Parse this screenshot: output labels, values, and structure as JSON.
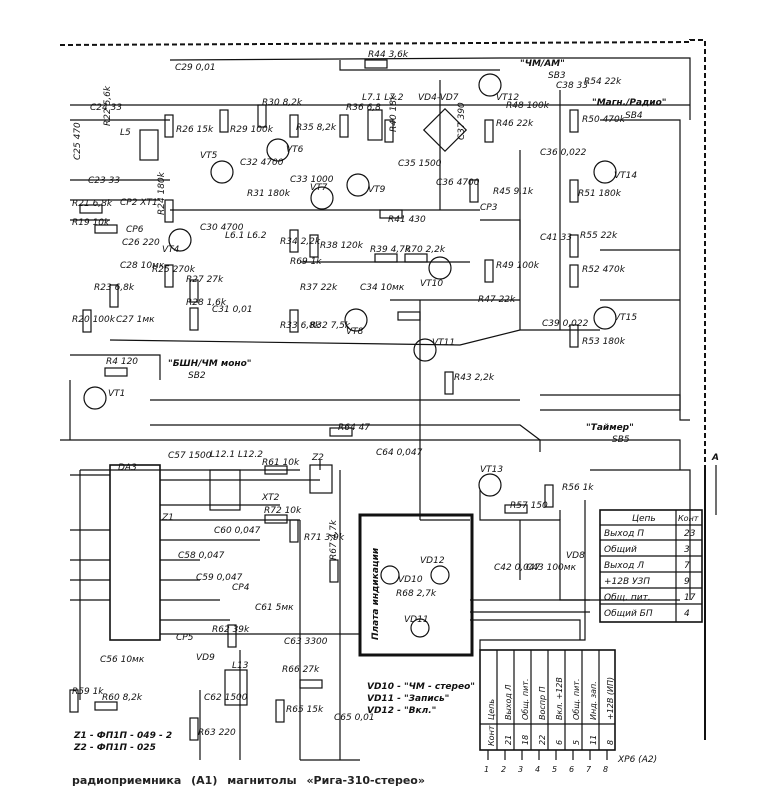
{
  "caption": {
    "part1": "радиоприемника",
    "part2": "(А1)",
    "part3": "магнитолы",
    "part4": "«Рига-310-стерео»"
  },
  "switches": {
    "chm_am": "\"ЧМ/АМ\"",
    "sb3": "SB3",
    "magn_radio": "\"Магн./Радио\"",
    "sb4": "SB4",
    "bshn": "\"БШН/ЧМ моно\"",
    "sb2": "SB2",
    "timer": "\"Таймер\"",
    "sb5": "SB5"
  },
  "indication_board": "Плата индикации",
  "led_legend": [
    "VD10 - \"ЧМ - стерео\"",
    "VD11 - \"Запись\"",
    "VD12 - \"Вкл.\""
  ],
  "filters": [
    "Z1 - ФП1П - 049 - 2",
    "Z2 - ФП1П - 025"
  ],
  "conn_right": {
    "header": [
      "Цепь",
      "Конт"
    ],
    "rows": [
      [
        "Выход П",
        "23"
      ],
      [
        "Общий",
        "3"
      ],
      [
        "Выход Л",
        "7"
      ],
      [
        "+12В УЗП",
        "9"
      ],
      [
        "Общ. пит.",
        "17"
      ],
      [
        "Общий БП",
        "4"
      ]
    ],
    "marker": "А"
  },
  "conn_bottom": {
    "header": [
      "Конт",
      "Цепь"
    ],
    "cols": [
      [
        "21",
        "Выход Л"
      ],
      [
        "18",
        "Общ. пит."
      ],
      [
        "22",
        "Воспр П"
      ],
      [
        "6",
        "Вкл. +12В"
      ],
      [
        "5",
        "Общ. пит."
      ],
      [
        "11",
        "Инд. зап."
      ],
      [
        "8",
        "+12В (ИП)"
      ]
    ],
    "pins": [
      "1",
      "2",
      "3",
      "4",
      "5",
      "6",
      "7",
      "8"
    ],
    "name": "ХР6 (А2)"
  },
  "components": [
    {
      "id": "c29",
      "text": "C29 0,01"
    },
    {
      "id": "r44",
      "text": "R44 3,6k"
    },
    {
      "id": "vt12",
      "text": "VT12"
    },
    {
      "id": "c24",
      "text": "C24 33"
    },
    {
      "id": "r22",
      "text": "R22 5,6k"
    },
    {
      "id": "l5",
      "text": "L5"
    },
    {
      "id": "c25",
      "text": "C25 470"
    },
    {
      "id": "c23",
      "text": "C23 33"
    },
    {
      "id": "r26",
      "text": "R26 15k"
    },
    {
      "id": "r29",
      "text": "R29 100k"
    },
    {
      "id": "r30",
      "text": "R30 8,2k"
    },
    {
      "id": "r35",
      "text": "R35 8,2k"
    },
    {
      "id": "r36",
      "text": "R36 6,8"
    },
    {
      "id": "l7",
      "text": "L7.1 L7.2"
    },
    {
      "id": "vd4",
      "text": "VD4-VD7"
    },
    {
      "id": "r40",
      "text": "R40 18k"
    },
    {
      "id": "c37",
      "text": "C37 390"
    },
    {
      "id": "r48",
      "text": "R48 100k"
    },
    {
      "id": "c38",
      "text": "C38 33"
    },
    {
      "id": "r54",
      "text": "R54 22k"
    },
    {
      "id": "r50",
      "text": "R50 470k"
    },
    {
      "id": "c36",
      "text": "C36 0,022"
    },
    {
      "id": "vt14",
      "text": "VT14"
    },
    {
      "id": "r51",
      "text": "R51 180k"
    },
    {
      "id": "vt5",
      "text": "VT5"
    },
    {
      "id": "c32",
      "text": "C32 4700"
    },
    {
      "id": "vt6",
      "text": "VT6"
    },
    {
      "id": "c35",
      "text": "C35 1500"
    },
    {
      "id": "r46",
      "text": "R46 22k"
    },
    {
      "id": "c33",
      "text": "C33 1000"
    },
    {
      "id": "vt7",
      "text": "VT7"
    },
    {
      "id": "vt9",
      "text": "VT9"
    },
    {
      "id": "c36b",
      "text": "C36 4700"
    },
    {
      "id": "r45",
      "text": "R45 9,1k"
    },
    {
      "id": "r31",
      "text": "R31 180k"
    },
    {
      "id": "r24",
      "text": "R24 180k"
    },
    {
      "id": "r21",
      "text": "R21 6,8k"
    },
    {
      "id": "r19",
      "text": "R19 10k"
    },
    {
      "id": "cp2",
      "text": "CP2 XT1"
    },
    {
      "id": "cp6",
      "text": "CP6"
    },
    {
      "id": "cp3",
      "text": "CP3"
    },
    {
      "id": "r41",
      "text": "R41 430"
    },
    {
      "id": "c30",
      "text": "C30 4700"
    },
    {
      "id": "l61",
      "text": "L6.1 L6.2"
    },
    {
      "id": "r34",
      "text": "R34 2,2k"
    },
    {
      "id": "r69",
      "text": "R69 1k"
    },
    {
      "id": "r38",
      "text": "R38 120k"
    },
    {
      "id": "c41",
      "text": "C41 33"
    },
    {
      "id": "r55",
      "text": "R55 22k"
    },
    {
      "id": "c26",
      "text": "C26 220"
    },
    {
      "id": "vt4",
      "text": "VT4"
    },
    {
      "id": "r39",
      "text": "R39 4,7k"
    },
    {
      "id": "r70",
      "text": "R70 2,2k"
    },
    {
      "id": "r49",
      "text": "R49 100k"
    },
    {
      "id": "r52",
      "text": "R52 470k"
    },
    {
      "id": "c28",
      "text": "C28 10мк"
    },
    {
      "id": "r25",
      "text": "R25 270k"
    },
    {
      "id": "r27",
      "text": "R27 27k"
    },
    {
      "id": "r37",
      "text": "R37 22k"
    },
    {
      "id": "c34",
      "text": "C34 10мк"
    },
    {
      "id": "vt10",
      "text": "VT10"
    },
    {
      "id": "r23",
      "text": "R23 6,8k"
    },
    {
      "id": "r28",
      "text": "R28 1,6k"
    },
    {
      "id": "c31",
      "text": "C31 0,01"
    },
    {
      "id": "r33",
      "text": "R33 6,8k"
    },
    {
      "id": "r32",
      "text": "R32 7,5k"
    },
    {
      "id": "vt8",
      "text": "VT8"
    },
    {
      "id": "r47",
      "text": "R47 22k"
    },
    {
      "id": "c39",
      "text": "C39 0,022"
    },
    {
      "id": "vt15",
      "text": "VT15"
    },
    {
      "id": "r53",
      "text": "R53 180k"
    },
    {
      "id": "r20",
      "text": "R20 100k"
    },
    {
      "id": "c27",
      "text": "C27 1мк"
    },
    {
      "id": "r43",
      "text": "R43 2,2k"
    },
    {
      "id": "vt11",
      "text": "VT11"
    },
    {
      "id": "r4",
      "text": "R4 120"
    },
    {
      "id": "vt1",
      "text": "VT1"
    },
    {
      "id": "r64",
      "text": "R64 47"
    },
    {
      "id": "c64",
      "text": "C64 0,047"
    },
    {
      "id": "vt13",
      "text": "VT13"
    },
    {
      "id": "r56",
      "text": "R56 1k"
    },
    {
      "id": "c57",
      "text": "C57 1500"
    },
    {
      "id": "l12",
      "text": "L12.1 L12.2"
    },
    {
      "id": "r61",
      "text": "R61 10k"
    },
    {
      "id": "z2",
      "text": "Z2"
    },
    {
      "id": "da3",
      "text": "DA3"
    },
    {
      "id": "xt2",
      "text": "XT2"
    },
    {
      "id": "r72",
      "text": "R72 10k"
    },
    {
      "id": "z1",
      "text": "Z1"
    },
    {
      "id": "c60",
      "text": "C60 0,047"
    },
    {
      "id": "r71",
      "text": "R71 3,9k"
    },
    {
      "id": "r57",
      "text": "R57 150"
    },
    {
      "id": "c42",
      "text": "C42 0,047"
    },
    {
      "id": "c43",
      "text": "C43 100мк"
    },
    {
      "id": "vd8",
      "text": "VD8"
    },
    {
      "id": "c58",
      "text": "C58 0,047"
    },
    {
      "id": "c59",
      "text": "C59 0,047"
    },
    {
      "id": "r67",
      "text": "R67 4,7k"
    },
    {
      "id": "vd12",
      "text": "VD12"
    },
    {
      "id": "vd10",
      "text": "VD10"
    },
    {
      "id": "r68",
      "text": "R68 2,7k"
    },
    {
      "id": "cp4",
      "text": "CP4"
    },
    {
      "id": "c61",
      "text": "C61 5мк"
    },
    {
      "id": "r62",
      "text": "R62 39k"
    },
    {
      "id": "c63",
      "text": "C63 3300"
    },
    {
      "id": "cp5",
      "text": "CP5"
    },
    {
      "id": "vd11",
      "text": "VD11"
    },
    {
      "id": "c56",
      "text": "C56 10мк"
    },
    {
      "id": "vd9",
      "text": "VD9"
    },
    {
      "id": "l13",
      "text": "L13"
    },
    {
      "id": "r66",
      "text": "R66 27k"
    },
    {
      "id": "r59",
      "text": "R59 1k"
    },
    {
      "id": "r60",
      "text": "R60 8,2k"
    },
    {
      "id": "c62",
      "text": "C62 1500"
    },
    {
      "id": "r65",
      "text": "R65 15k"
    },
    {
      "id": "c65",
      "text": "C65 0,01"
    },
    {
      "id": "r63",
      "text": "R63 220"
    }
  ]
}
